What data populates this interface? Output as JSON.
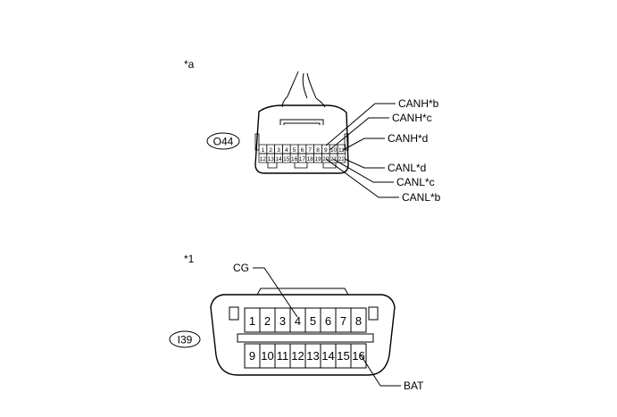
{
  "upper": {
    "view_tag": "*a",
    "connector_id": "O44",
    "pins_row1": [
      "1",
      "2",
      "3",
      "4",
      "5",
      "6",
      "7",
      "8",
      "9",
      "10",
      "11"
    ],
    "pins_row2": [
      "12",
      "13",
      "14",
      "15",
      "16",
      "17",
      "18",
      "19",
      "20",
      "21",
      "22"
    ],
    "callouts": [
      "CANH*b",
      "CANH*c",
      "CANH*d",
      "CANL*d",
      "CANL*c",
      "CANL*b"
    ]
  },
  "lower": {
    "view_tag": "*1",
    "connector_id": "I39",
    "pins_row1": [
      "1",
      "2",
      "3",
      "4",
      "5",
      "6",
      "7",
      "8"
    ],
    "pins_row2": [
      "9",
      "10",
      "11",
      "12",
      "13",
      "14",
      "15",
      "16"
    ],
    "callouts": [
      "CG",
      "BAT"
    ]
  },
  "colors": {
    "line": "#000000",
    "background": "#ffffff"
  }
}
